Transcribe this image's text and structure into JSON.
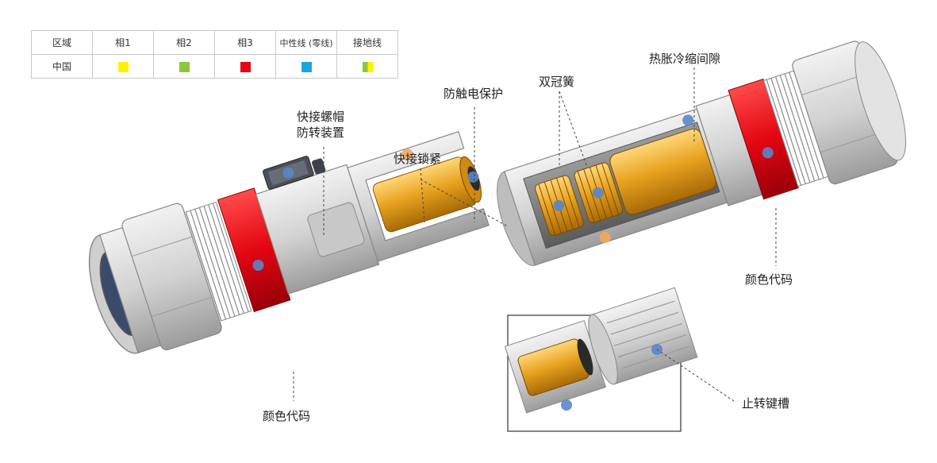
{
  "legend": {
    "headers": [
      "区域",
      "相1",
      "相2",
      "相3",
      "中性线 (零线)",
      "接地线"
    ],
    "row_label": "中国",
    "colors": {
      "phase1": "#fff200",
      "phase2": "#8cc63f",
      "phase3": "#e30613",
      "neutral": "#1fa3e0",
      "ground_a": "#8cc63f",
      "ground_b": "#fff200"
    }
  },
  "callouts": {
    "quick_nut_line1": "快接螺帽",
    "quick_nut_line2": "防转装置",
    "quick_lock": "快接锁紧",
    "touch_protection": "防触电保护",
    "double_crown_spring": "双冠簧",
    "thermal_gap": "热胀冷缩间隙",
    "color_code_left": "颜色代码",
    "color_code_right": "颜色代码",
    "anti_rotation_slot": "止转键槽"
  },
  "palette": {
    "housing": "#dadada",
    "housing_dark": "#a8a8a8",
    "red_band": "#e30613",
    "gold": "#e8a320",
    "marker_blue": "#5a86c8",
    "marker_orange": "#f5a65b"
  }
}
